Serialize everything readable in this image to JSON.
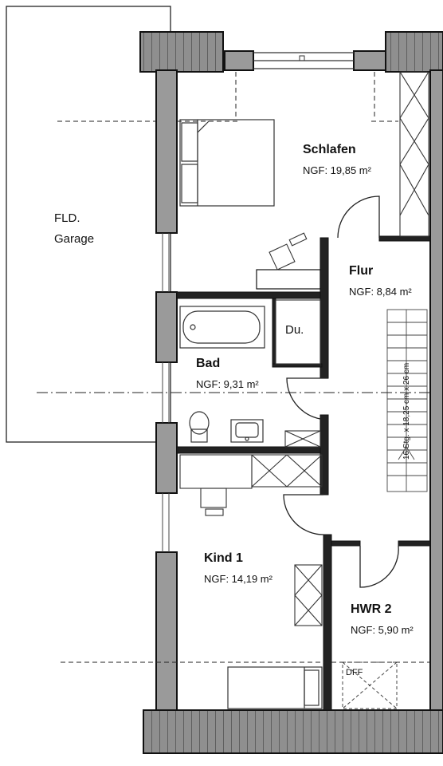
{
  "garage": {
    "line1": "FLD.",
    "line2": "Garage"
  },
  "rooms": {
    "schlafen": {
      "name": "Schlafen",
      "area": "NGF: 19,85 m²"
    },
    "flur": {
      "name": "Flur",
      "area": "NGF: 8,84 m²"
    },
    "bad": {
      "name": "Bad",
      "area": "NGF: 9,31 m²"
    },
    "dusche": {
      "name": "Du."
    },
    "kind1": {
      "name": "Kind 1",
      "area": "NGF: 14,19 m²"
    },
    "hwr2": {
      "name": "HWR 2",
      "area": "NGF: 5,90 m²"
    }
  },
  "stair": {
    "label": "16 Stg. x 18,25 cm x 26 cm"
  },
  "hatch": {
    "label": "DFF"
  },
  "colors": {
    "wall": "#1a1a1a",
    "roof": "#8a8a8a",
    "line": "#222222"
  }
}
